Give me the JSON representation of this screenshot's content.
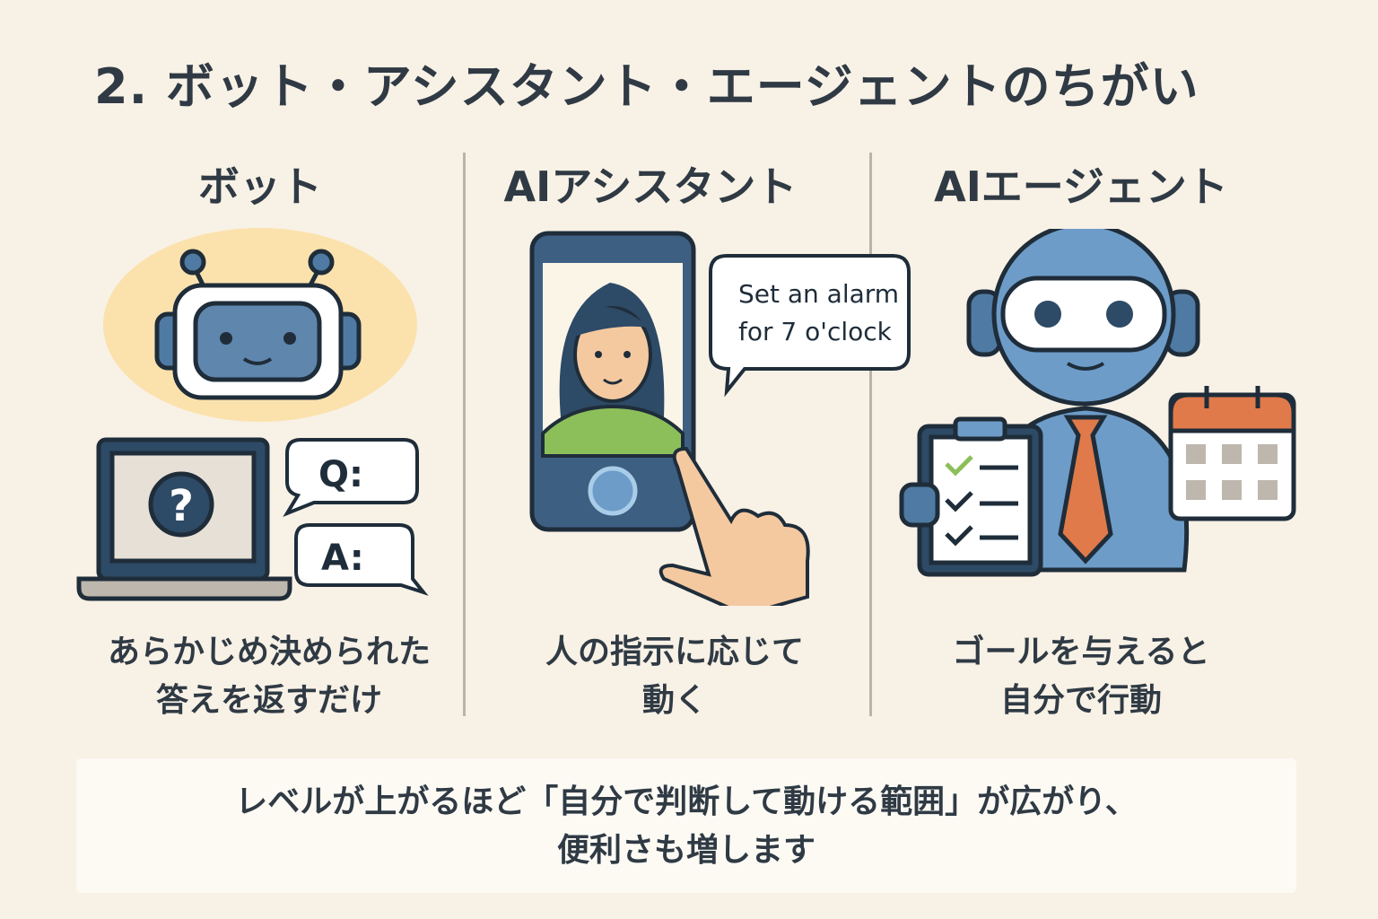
{
  "title": "2. ボット・アシスタント・エージェントのちがい",
  "columns": [
    {
      "heading": "ボット",
      "desc_line1": "あらかじめ決められた",
      "desc_line2": "答えを返すだけ",
      "bubble_q": "Q:",
      "bubble_a": "A:",
      "screen_symbol": "?"
    },
    {
      "heading": "AIアシスタント",
      "desc_line1": "人の指示に応じて",
      "desc_line2": "動く",
      "bubble_line1": "Set an alarm",
      "bubble_line2": "for 7 o'clock"
    },
    {
      "heading": "AIエージェント",
      "desc_line1": "ゴールを与えると",
      "desc_line2": "自分で行動"
    }
  ],
  "note": {
    "line1": "レベルが上がるほど「自分で判断して動ける範囲」が広がり、",
    "line2": "便利さも増します"
  },
  "colors": {
    "background": "#f8f1e6",
    "text": "#2f3a44",
    "blue": "#6d9cc8",
    "dark": "#2d4a66",
    "accent": "#e07a4a"
  }
}
